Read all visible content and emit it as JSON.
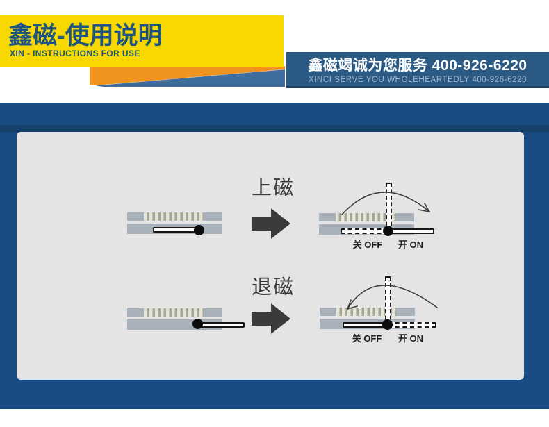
{
  "header": {
    "brand_title": "鑫磁-使用说明",
    "brand_subtitle": "XIN - INSTRUCTIONS FOR USE",
    "service_title": "鑫磁竭诚为您服务 400-926-6220",
    "service_subtitle": "XINCI SERVE YOU WHOLEHEARTEDLY 400-926-6220"
  },
  "diagram": {
    "rows": [
      {
        "title": "上磁",
        "off_label": "关 OFF",
        "on_label": "开 ON"
      },
      {
        "title": "退磁",
        "off_label": "关 OFF",
        "on_label": "开 ON"
      }
    ]
  },
  "colors": {
    "brand_yellow": "#f7d800",
    "brand_text_blue": "#1d5580",
    "ribbon_orange": "#f0931f",
    "ribbon_blue": "#3f6d9e",
    "service_banner_blue": "#2b5a84",
    "background_blue": "#1a4b82",
    "panel_gray": "#e4e4e4",
    "chuck_gray": "#a8b0ba",
    "pole_stripe_cream": "#e8e4d3",
    "diagram_ink": "#3b3b3b"
  }
}
